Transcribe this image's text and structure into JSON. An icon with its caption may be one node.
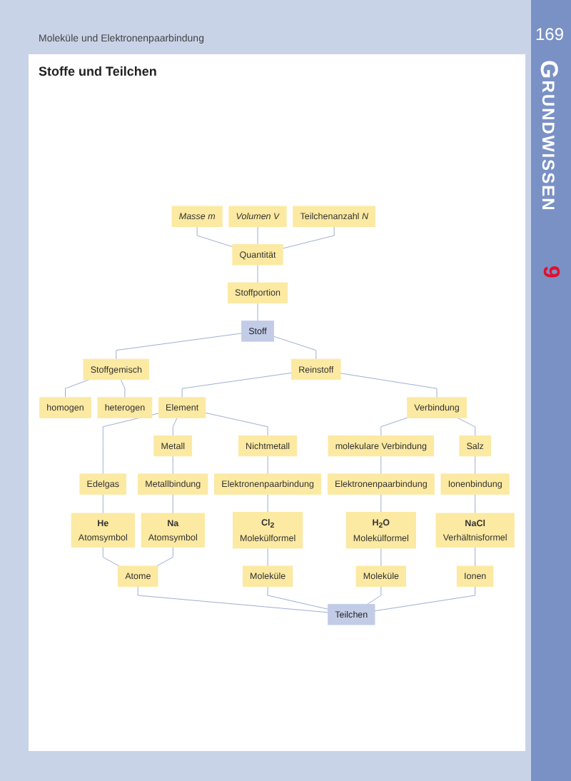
{
  "diagram": {
    "title": "Stoffe und Teilchen",
    "nodes": [
      {
        "text": [
          "Masse m"
        ]
      },
      {
        "text": [
          "Volumen V"
        ]
      },
      {
        "text": [
          "Teilchenanzahl *N*"
        ]
      },
      {
        "text": [
          "Quantität"
        ]
      },
      {
        "text": [
          "Stoffportion"
        ]
      },
      {
        "text": [
          "Stoff"
        ]
      },
      {
        "text": [
          "Reinstoff"
        ]
      },
      {
        "text": [
          "Stoffgemisch"
        ]
      },
      {
        "text": [
          "homogen"
        ]
      },
      {
        "text": [
          "heterogen"
        ]
      },
      {
        "text": [
          "Element"
        ]
      },
      {
        "text": [
          "Verbindung"
        ]
      },
      {
        "text": [
          "Edelgas"
        ]
      },
      {
        "text": [
          "Metall"
        ]
      },
      {
        "text": [
          "Nichtmetall"
        ]
      },
      {
        "text": [
          "molekulare Verbindung"
        ]
      },
      {
        "text": [
          "Salz"
        ]
      },
      {
        "text": [
          "Metallbindung"
        ]
      },
      {
        "text": [
          "Elektronenpaarbindung"
        ]
      },
      {
        "text": [
          "Elektronenpaarbindung"
        ]
      },
      {
        "text": [
          "Ionenbindung"
        ]
      },
      {
        "text": [
          "He",
          "Atomsymbol"
        ]
      },
      {
        "text": [
          "Na",
          "Atomsymbol"
        ]
      },
      {
        "text": [
          "Cl$_{2}$",
          "Molekülformel"
        ]
      },
      {
        "text": [
          "H$_{2}$O",
          "Molekülformel"
        ]
      },
      {
        "text": [
          "NaCl",
          "Verhältnisformel"
        ]
      },
      {
        "text": [
          "Atome"
        ]
      },
      {
        "text": [
          "Moleküle"
        ]
      },
      {
        "text": [
          "Moleküle"
        ]
      },
      {
        "text": [
          "Ionen"
        ]
      },
      {
        "text": [
          "Teilchen"
        ]
      }
    ],
    "edges": [
      {
        "from": 0,
        "to": 3,
        "arrow": "none"
      },
      {
        "from": 1,
        "to": 3,
        "arrow": "none"
      },
      {
        "from": 2,
        "to": 3,
        "arrow": "none"
      },
      {
        "from": 3,
        "to": 4,
        "arrow": "none"
      },
      {
        "from": 4,
        "to": 5,
        "arrow": "none"
      },
      {
        "from": 5,
        "to": 6,
        "arrow": "none"
      },
      {
        "from": 5,
        "to": 7,
        "arrow": "none"
      },
      {
        "from": 7,
        "to": 8,
        "arrow": "none"
      },
      {
        "from": 7,
        "to": 9,
        "arrow": "none"
      },
      {
        "from": 6,
        "to": 10,
        "arrow": "none"
      },
      {
        "from": 6,
        "to": 11,
        "arrow": "none"
      },
      {
        "from": 10,
        "to": 12,
        "arrow": "none"
      },
      {
        "from": 10,
        "to": 13,
        "arrow": "none"
      },
      {
        "from": 10,
        "to": 14,
        "arrow": "none"
      },
      {
        "from": 11,
        "to": 15,
        "arrow": "none"
      },
      {
        "from": 11,
        "to": 16,
        "arrow": "none"
      },
      {
        "from": 12,
        "to": 21,
        "arrow": "none"
      },
      {
        "from": 13,
        "to": 17,
        "arrow": "none"
      },
      {
        "from": 17,
        "to": 22,
        "arrow": "none"
      },
      {
        "from": 14,
        "to": 18,
        "arrow": "none"
      },
      {
        "from": 18,
        "to": 23,
        "arrow": "none"
      },
      {
        "from": 15,
        "to": 19,
        "arrow": "none"
      },
      {
        "from": 19,
        "to": 24,
        "arrow": "none"
      },
      {
        "from": 16,
        "to": 20,
        "arrow": "none"
      },
      {
        "from": 20,
        "to": 25,
        "arrow": "none"
      },
      {
        "from": 21,
        "to": 26,
        "arrow": "none"
      },
      {
        "from": 22,
        "to": 26,
        "arrow": "none"
      },
      {
        "from": 23,
        "to": 27,
        "arrow": "none"
      },
      {
        "from": 24,
        "to": 28,
        "arrow": "none"
      },
      {
        "from": 25,
        "to": 29,
        "arrow": "none"
      },
      {
        "from": 26,
        "to": 30,
        "arrow": "none"
      },
      {
        "from": 27,
        "to": 30,
        "arrow": "none"
      },
      {
        "from": 28,
        "to": 30,
        "arrow": "none"
      },
      {
        "from": 29,
        "to": 30,
        "arrow": "none"
      }
    ],
    "labels": [
      "Moleküle und Elektronenpaarbindung",
      "169",
      "GRUNDWISSEN",
      "9"
    ]
  }
}
